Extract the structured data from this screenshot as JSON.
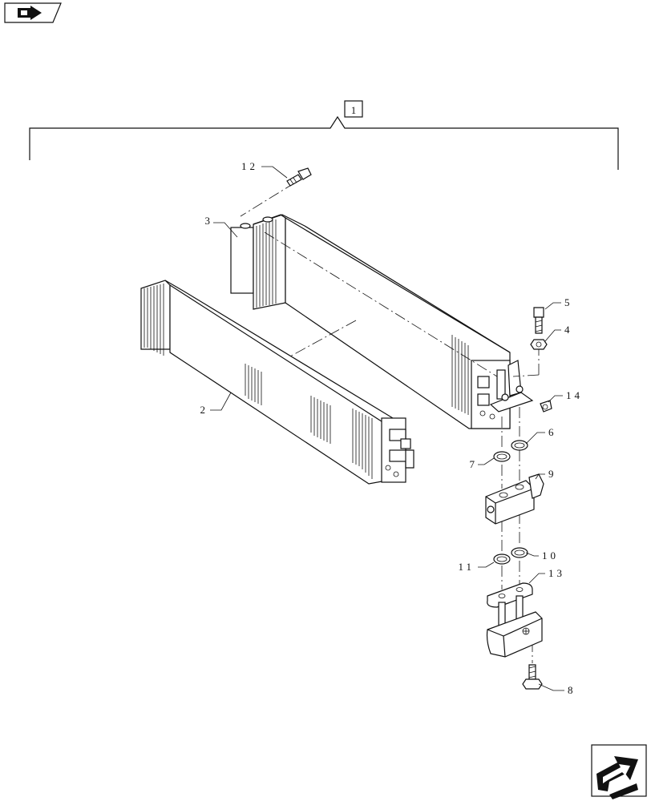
{
  "assembly_callout": "1",
  "callouts": {
    "c2": "2",
    "c3": "3",
    "c4": "4",
    "c5": "5",
    "c6": "6",
    "c7": "7",
    "c8": "8",
    "c9": "9",
    "c10": "10",
    "c11": "11",
    "c12": "12",
    "c13": "13",
    "c14": "14"
  },
  "icons": {
    "top_left": "previous-page-icon",
    "bottom_right": "next-page-icon"
  }
}
